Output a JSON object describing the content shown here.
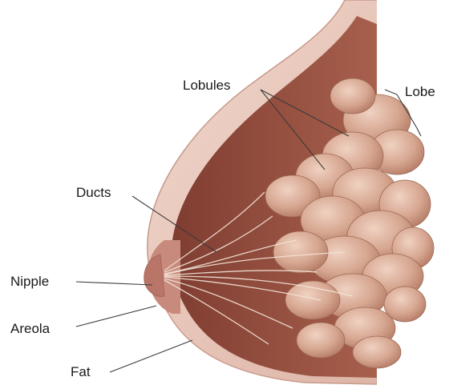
{
  "diagram": {
    "labels": {
      "lobules": "Lobules",
      "lobe": "Lobe",
      "ducts": "Ducts",
      "nipple": "Nipple",
      "areola": "Areola",
      "fat": "Fat"
    },
    "colors": {
      "skin": "#e7c6b9",
      "skin_edge": "#c79a8c",
      "tissue_dark": "#8e4a3c",
      "tissue_mid": "#a8604d",
      "lobule_fill": "#d7a893",
      "lobule_highlight": "#e8c3b0",
      "duct": "#f3e4d8",
      "nipple": "#c98b7e",
      "leader_line": "#3a3a3a"
    }
  }
}
